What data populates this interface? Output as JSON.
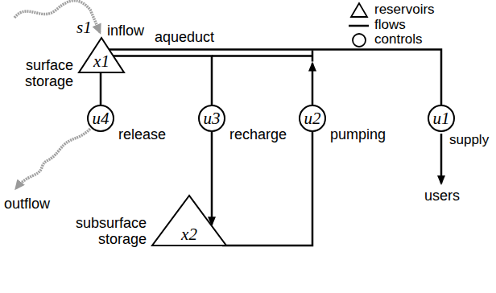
{
  "diagram": {
    "nodes": [
      {
        "text": [
          "surface storage",
          "x1"
        ]
      },
      {
        "text": [
          "u4",
          "release"
        ]
      },
      {
        "text": [
          "u3",
          "recharge"
        ]
      },
      {
        "text": [
          "u2",
          "pumping"
        ]
      },
      {
        "text": [
          "u1",
          "supply"
        ]
      },
      {
        "text": [
          "subsurface storage",
          "x2"
        ]
      }
    ],
    "edges": [
      {
        "from": 0,
        "to": 1,
        "arrow": "none"
      },
      {
        "from": 0,
        "to": 2,
        "arrow": "none"
      },
      {
        "from": 2,
        "to": 5,
        "arrow": "to"
      },
      {
        "from": 5,
        "to": 3,
        "arrow": "none"
      },
      {
        "from": 3,
        "to": 0,
        "arrow": "to"
      },
      {
        "from": 0,
        "to": 4,
        "arrow": "none"
      }
    ],
    "labels": [
      "s1",
      "inflow",
      "aqueduct",
      "outflow",
      "users"
    ],
    "legend": [
      {
        "text": "reservoirs"
      },
      {
        "text": "flows"
      },
      {
        "text": "controls"
      }
    ]
  }
}
